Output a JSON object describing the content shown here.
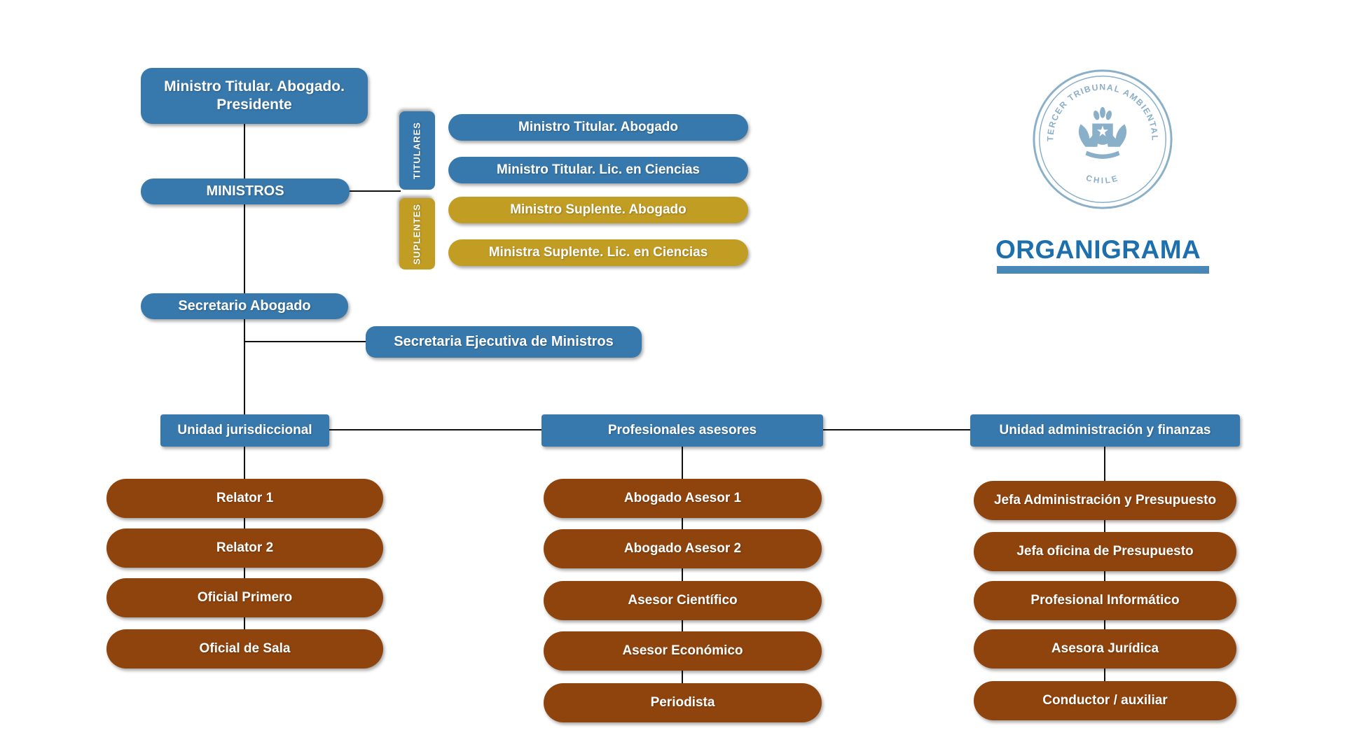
{
  "title": "ORGANIGRAMA",
  "seal": {
    "top_text": "TERCER TRIBUNAL AMBIENTAL",
    "bottom_text": "CHILE"
  },
  "colors": {
    "blue": "#3879ad",
    "gold": "#c29d24",
    "brown": "#90440d",
    "title_blue": "#1d6fad",
    "underline": "#4788b8",
    "seal_blue": "#8aafc9",
    "line": "#111111"
  },
  "nodes": {
    "presidente": "Ministro Titular. Abogado. Presidente",
    "ministros": "MINISTROS",
    "titulares_tab": "TITULARES",
    "suplentes_tab": "SUPLENTES",
    "titular_abogado": "Ministro Titular. Abogado",
    "titular_ciencias": "Ministro Titular. Lic. en Ciencias",
    "suplente_abogado": "Ministro Suplente. Abogado",
    "suplente_ciencias": "Ministra Suplente. Lic. en Ciencias",
    "secretario": "Secretario Abogado",
    "secretaria_ejecutiva": "Secretaria Ejecutiva de Ministros",
    "unidad_jurisdiccional": "Unidad jurisdiccional",
    "profesionales_asesores": "Profesionales asesores",
    "unidad_admin": "Unidad administración y finanzas",
    "jurisdiccional_items": [
      "Relator 1",
      "Relator 2",
      "Oficial Primero",
      "Oficial de Sala"
    ],
    "asesores_items": [
      "Abogado Asesor 1",
      "Abogado Asesor 2",
      "Asesor Científico",
      "Asesor Económico",
      "Periodista"
    ],
    "admin_items": [
      "Jefa Administración y Presupuesto",
      "Jefa oficina de Presupuesto",
      "Profesional Informático",
      "Asesora Jurídica",
      "Conductor / auxiliar"
    ]
  }
}
